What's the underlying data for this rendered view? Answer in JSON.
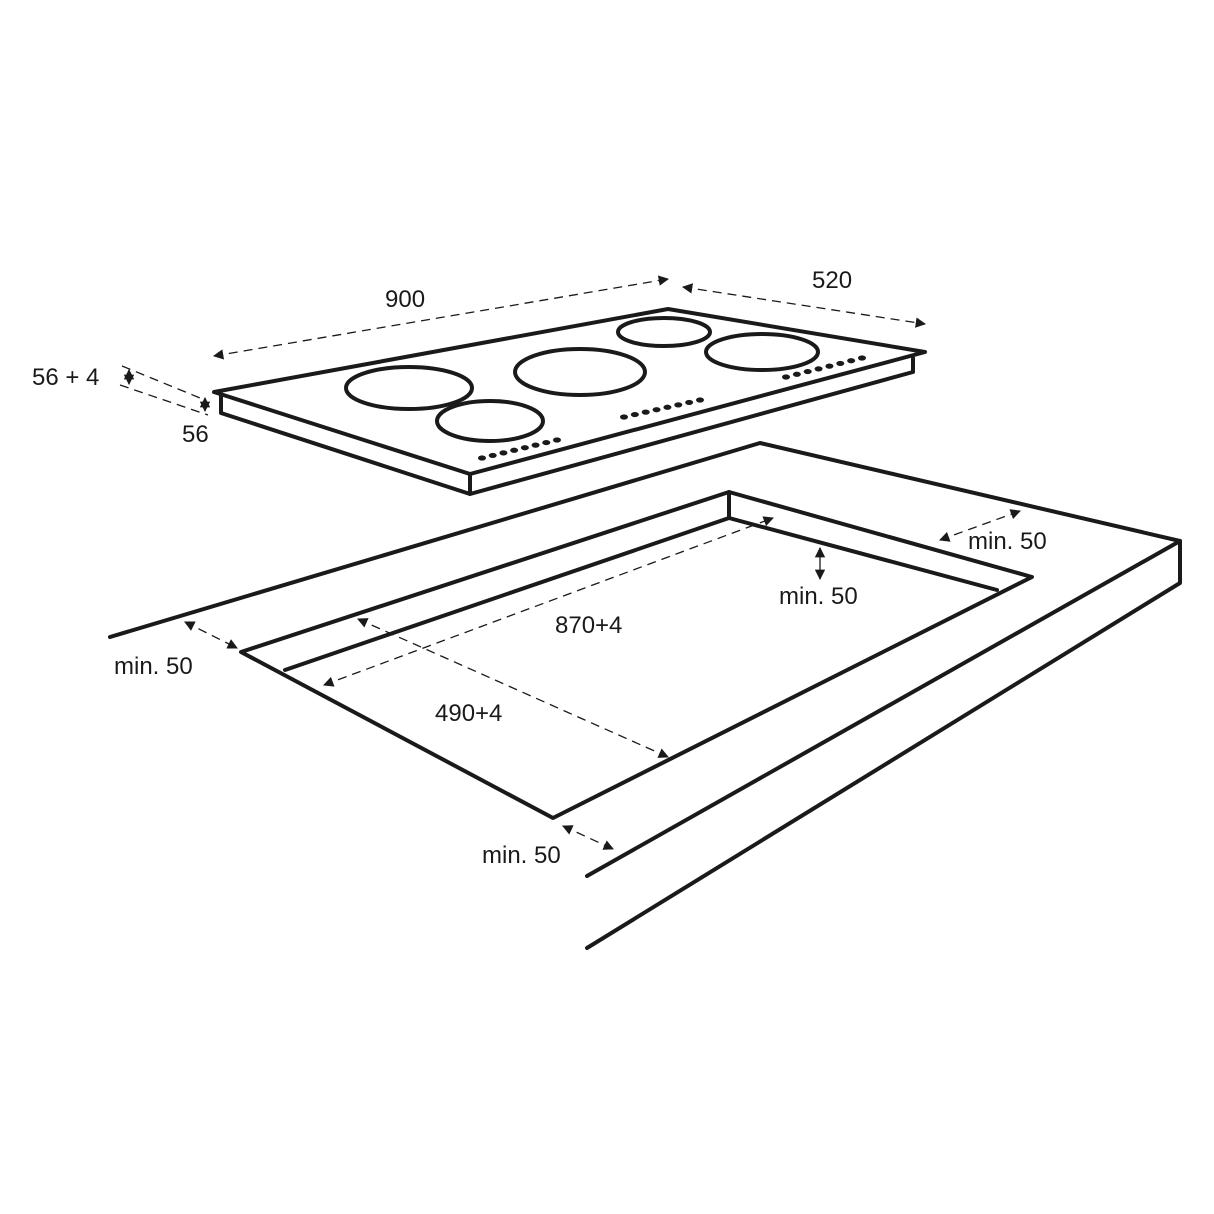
{
  "dimensions": {
    "width": "900",
    "depth": "520",
    "height_total": "56 + 4",
    "height_body": "56",
    "cutout_width": "870+4",
    "cutout_depth": "490+4",
    "clearance_back": "min. 50",
    "clearance_inner": "min. 50",
    "clearance_left": "min. 50",
    "clearance_front": "min. 50"
  },
  "colors": {
    "line": "#1a1a1a",
    "background": "#ffffff"
  }
}
